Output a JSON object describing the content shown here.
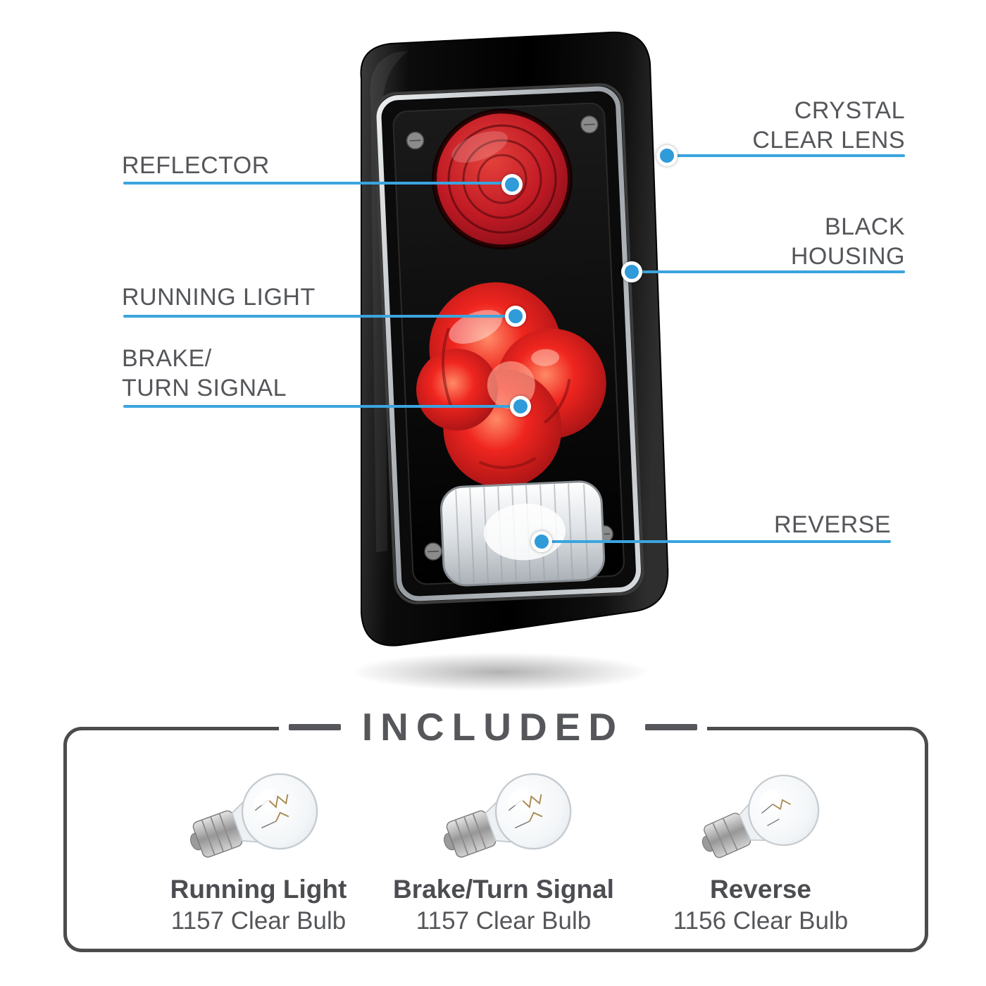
{
  "colors": {
    "accent": "#3ba4de",
    "text": "#56575b",
    "housing": "#000000",
    "lamp_red": "#e01b22"
  },
  "callouts": {
    "reflector": {
      "label": "REFLECTOR"
    },
    "running_light": {
      "label": "RUNNING LIGHT"
    },
    "brake_turn_signal": {
      "line1": "BRAKE/",
      "line2": "TURN SIGNAL"
    },
    "crystal_clear_lens": {
      "line1": "CRYSTAL",
      "line2": "CLEAR LENS"
    },
    "black_housing": {
      "line1": "BLACK",
      "line2": "HOUSING"
    },
    "reverse": {
      "label": "REVERSE"
    }
  },
  "included": {
    "title": "INCLUDED",
    "items": [
      {
        "name": "Running Light",
        "bulb": "1157 Clear Bulb"
      },
      {
        "name": "Brake/Turn Signal",
        "bulb": "1157 Clear Bulb"
      },
      {
        "name": "Reverse",
        "bulb": "1156 Clear Bulb"
      }
    ]
  }
}
